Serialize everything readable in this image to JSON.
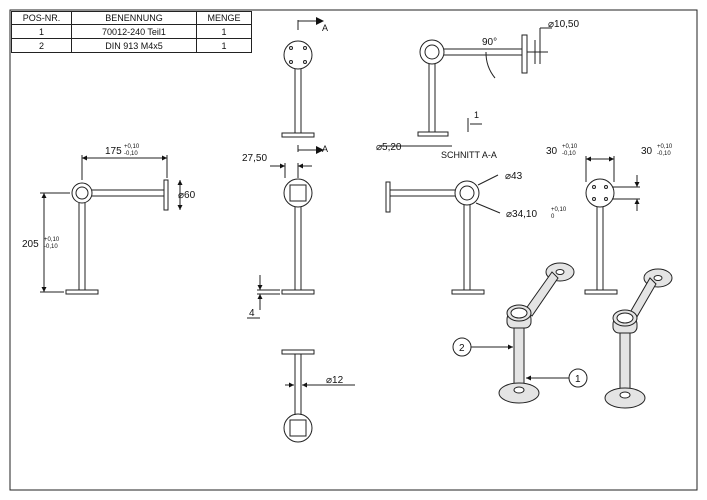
{
  "bom": {
    "headers": [
      "POS-NR.",
      "BENENNUNG",
      "MENGE"
    ],
    "rows": [
      {
        "pos": "1",
        "name": "70012-240 Teil1",
        "qty": "1"
      },
      {
        "pos": "2",
        "name": "DIN 913 M4x5",
        "qty": "1"
      }
    ]
  },
  "dims": {
    "d175": "175",
    "d175_tol_up": "+0,10",
    "d175_tol_dn": "-0,10",
    "d205": "205",
    "d205_tol_up": "+0,10",
    "d205_tol_dn": "-0,10",
    "d60": "⌀60",
    "d27_50": "27,50",
    "d4": "4",
    "d12": "⌀12",
    "d10_50": "⌀10,50",
    "angle90": "90°",
    "d1": "1",
    "d5_20": "⌀5,20",
    "section": "SCHNITT A-A",
    "d43": "⌀43",
    "d34_10": "⌀34,10",
    "d34_tol_up": "+0,10",
    "d34_tol_dn": "0",
    "d30a": "30",
    "d30a_up": "+0,10",
    "d30a_dn": "-0,10",
    "d30b": "30",
    "d30b_up": "+0,10",
    "d30b_dn": "-0,10"
  },
  "section_labels": {
    "a_top": "A",
    "a_bottom": "A"
  },
  "balloons": {
    "one": "1",
    "two": "2"
  }
}
